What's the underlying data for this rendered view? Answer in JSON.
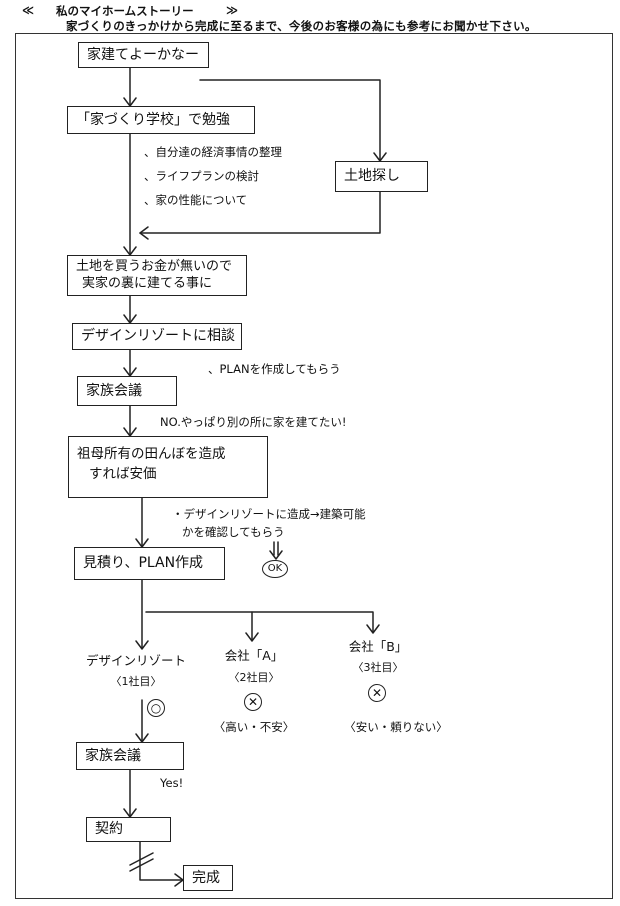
{
  "header": {
    "title_open": "≪",
    "title": "私のマイホームストーリー",
    "title_close": "≫",
    "subtitle": "家づくりのきっかけから完成に至るまで、今後のお客様の為にも参考にお聞かせ下さい。"
  },
  "flow": {
    "step1": "家建てよーかなー",
    "step2": "「家づくり学校」で勉強",
    "study_items": [
      "、自分達の経済事情の整理",
      "、ライフプランの検討",
      "、家の性能について"
    ],
    "land_search": "土地探し",
    "step3_line1": "土地を買うお金が無いので",
    "step3_line2": "実家の裏に建てる事に",
    "step4": "デザインリゾートに相談",
    "note_plan": "、PLANを作成してもらう",
    "step5": "家族会議",
    "note_no": "NO.やっぱり別の所に家を建てたい!",
    "step6_line1": "祖母所有の田んぼを造成",
    "step6_line2": "すれば安価",
    "note_check_line1": "・デザインリゾートに造成→建築可能",
    "note_check_line2": "かを確認してもらう",
    "ok_mark": "OK",
    "step7": "見積り、PLAN作成",
    "company1_name": "デザインリゾート",
    "company1_rank": "〈1社目〉",
    "company1_mark": "○",
    "company2_name": "会社「A」",
    "company2_rank": "〈2社目〉",
    "company2_mark": "✕",
    "company2_reason": "〈高い・不安〉",
    "company3_name": "会社「B」",
    "company3_rank": "〈3社目〉",
    "company3_mark": "✕",
    "company3_reason": "〈安い・頼りない〉",
    "step8": "家族会議",
    "note_yes": "Yes!",
    "step9": "契約",
    "step10": "完成"
  }
}
